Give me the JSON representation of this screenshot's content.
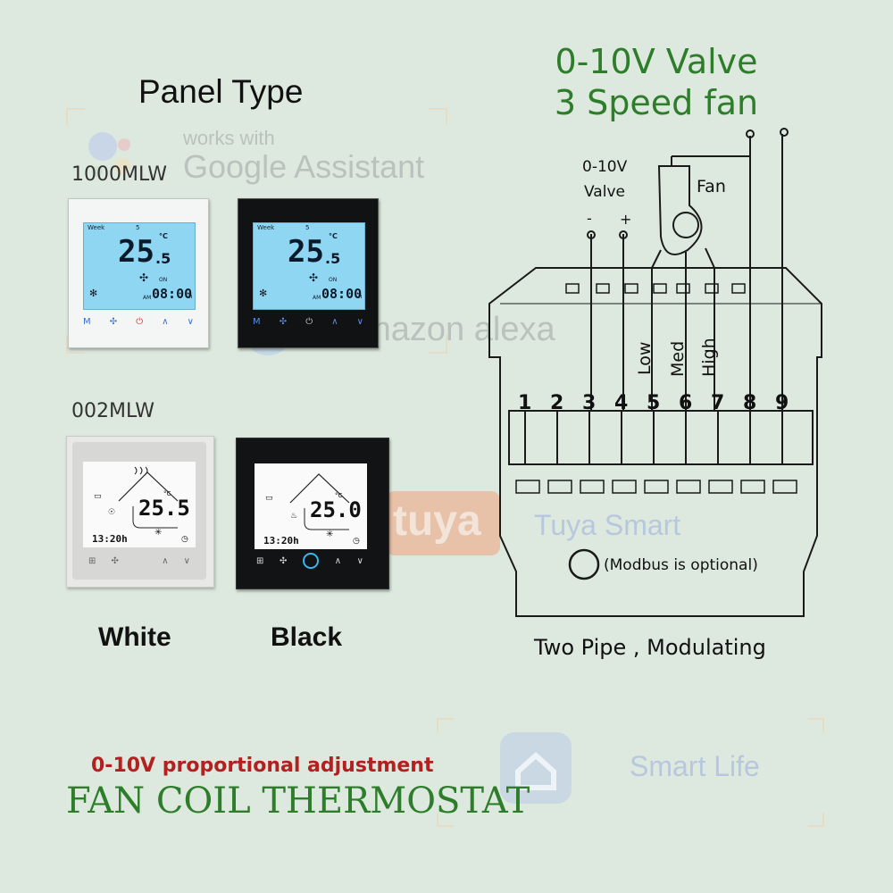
{
  "left": {
    "title": "Panel Type",
    "models": [
      "1000MLW",
      "002MLW"
    ],
    "colors": [
      "White",
      "Black"
    ]
  },
  "screens": {
    "week": "Week",
    "day_number": "5",
    "temp_a": "25",
    "temp_a_dec": ".5",
    "unit": "°C",
    "on": "ON",
    "am": "AM",
    "clock_a": "08:00",
    "h": "h",
    "temp_b_white": "25.5",
    "temp_b_black": "25.0",
    "clock_b": "13:20h"
  },
  "watermarks": {
    "works_with": "works with",
    "google": "Google Assistant",
    "amazon": "amazon alexa",
    "tuya": "tuya",
    "tuya_smart": "Tuya Smart",
    "smart_life": "Smart Life"
  },
  "diagram": {
    "title_line1": "0-10V Valve",
    "title_line2": "3 Speed fan",
    "valve_label_1": "0-10V",
    "valve_label_2": "Valve",
    "minus": "-",
    "plus": "+",
    "fan": "Fan",
    "low": "Low",
    "med": "Med",
    "high": "High",
    "terminals": [
      "1",
      "2",
      "3",
      "4",
      "5",
      "6",
      "7",
      "8",
      "9"
    ],
    "modbus": "(Modbus is optional)",
    "caption": "Two Pipe , Modulating"
  },
  "bottom": {
    "subtitle": "0-10V proportional adjustment",
    "title": "FAN COIL THERMOSTAT"
  },
  "colors": {
    "background": "#dde9de",
    "green": "#2e7d2a",
    "red": "#b32020",
    "lcd_blue": "#8fd6f3"
  }
}
